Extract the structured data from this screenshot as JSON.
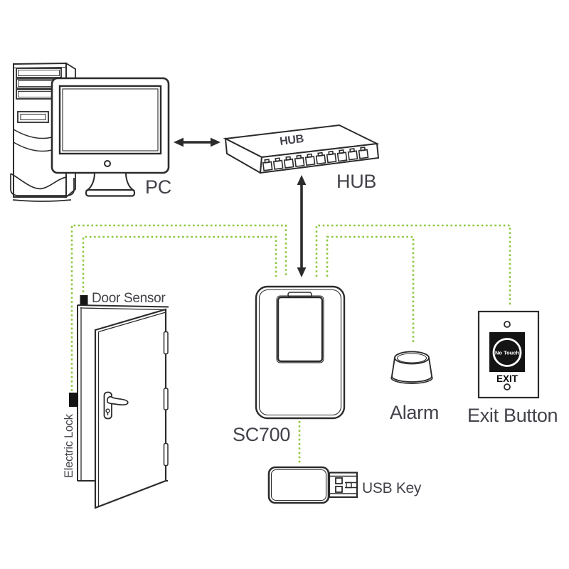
{
  "colors": {
    "wire_green": "#8dc63f",
    "line": "#2b2b2b",
    "label_text": "#42424a",
    "device_black": "#141414"
  },
  "labels": {
    "pc": "PC",
    "hub": "HUB",
    "hub_device": "HUB",
    "door_sensor": "Door Sensor",
    "electric_lock": "Electric Lock",
    "sc700": "SC700",
    "alarm": "Alarm",
    "exit_button": "Exit Button",
    "usb_key": "USB Key",
    "exit_text": "EXIT",
    "no_touch": "No Touch"
  },
  "components": [
    {
      "id": "pc",
      "label": "PC",
      "type": "computer"
    },
    {
      "id": "hub",
      "label": "HUB",
      "type": "network-hub",
      "ports": 10
    },
    {
      "id": "sc700",
      "label": "SC700",
      "type": "access-controller"
    },
    {
      "id": "door",
      "type": "door",
      "attachments": [
        "Door Sensor",
        "Electric Lock"
      ]
    },
    {
      "id": "alarm",
      "label": "Alarm",
      "type": "siren"
    },
    {
      "id": "exit-button",
      "label": "Exit Button",
      "type": "no-touch-exit-switch",
      "face_text": [
        "No Touch",
        "EXIT"
      ]
    },
    {
      "id": "usb-key",
      "label": "USB Key",
      "type": "usb-flash-drive"
    }
  ],
  "connections": [
    {
      "from": "PC",
      "to": "HUB",
      "style": "double-arrow-black"
    },
    {
      "from": "HUB",
      "to": "SC700",
      "style": "double-arrow-black"
    },
    {
      "from": "SC700",
      "to": "Electric Lock",
      "style": "dotted-green"
    },
    {
      "from": "SC700",
      "to": "Door Sensor",
      "style": "dotted-green"
    },
    {
      "from": "SC700",
      "to": "Exit Button",
      "style": "dotted-green"
    },
    {
      "from": "SC700",
      "to": "Alarm",
      "style": "dotted-green"
    },
    {
      "from": "SC700",
      "to": "USB Key",
      "style": "dotted-green"
    }
  ]
}
